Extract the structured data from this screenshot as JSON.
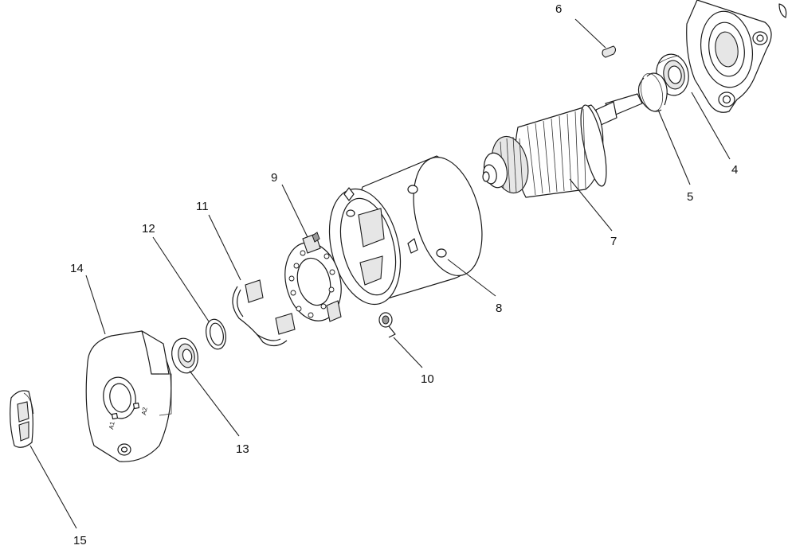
{
  "diagram": {
    "parts": [
      {
        "id": "label-4",
        "number": "4"
      },
      {
        "id": "label-5",
        "number": "5"
      },
      {
        "id": "label-6",
        "number": "6"
      },
      {
        "id": "label-7",
        "number": "7"
      },
      {
        "id": "label-8",
        "number": "8"
      },
      {
        "id": "label-9",
        "number": "9"
      },
      {
        "id": "label-10",
        "number": "10"
      },
      {
        "id": "label-11",
        "number": "11"
      },
      {
        "id": "label-12",
        "number": "12"
      },
      {
        "id": "label-13",
        "number": "13"
      },
      {
        "id": "label-14",
        "number": "14"
      },
      {
        "id": "label-15",
        "number": "15"
      }
    ],
    "cover_markings": {
      "terminal_a1": "A1",
      "terminal_a2": "A2"
    }
  }
}
